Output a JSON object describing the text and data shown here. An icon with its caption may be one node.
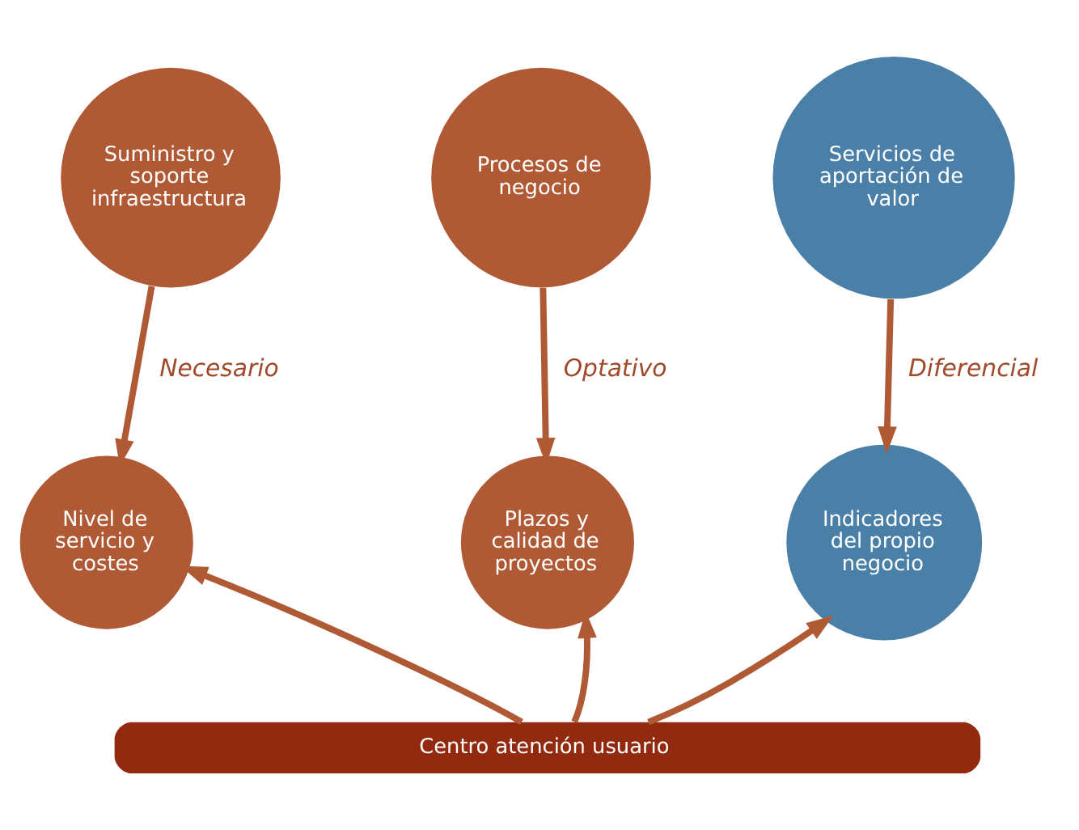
{
  "diagram": {
    "nodes": [
      {
        "text": [
          "Suministro y soporte infraestructura"
        ]
      },
      {
        "text": [
          "Procesos de negocio"
        ]
      },
      {
        "text": [
          "Servicios de aportación de valor"
        ]
      },
      {
        "text": [
          "Nivel de servicio y costes"
        ]
      },
      {
        "text": [
          "Plazos y calidad de proyectos"
        ]
      },
      {
        "text": [
          "Indicadores del propio negocio"
        ]
      },
      {
        "text": [
          "Centro atención usuario"
        ]
      }
    ],
    "edges": [
      {
        "from": 0,
        "to": 3,
        "arrow": "to",
        "label": "Necesario"
      },
      {
        "from": 1,
        "to": 4,
        "arrow": "to",
        "label": "Optativo"
      },
      {
        "from": 2,
        "to": 5,
        "arrow": "to",
        "label": "Diferencial"
      },
      {
        "from": 6,
        "to": 3,
        "arrow": "to"
      },
      {
        "from": 6,
        "to": 4,
        "arrow": "to"
      },
      {
        "from": 6,
        "to": 5,
        "arrow": "to"
      }
    ]
  }
}
